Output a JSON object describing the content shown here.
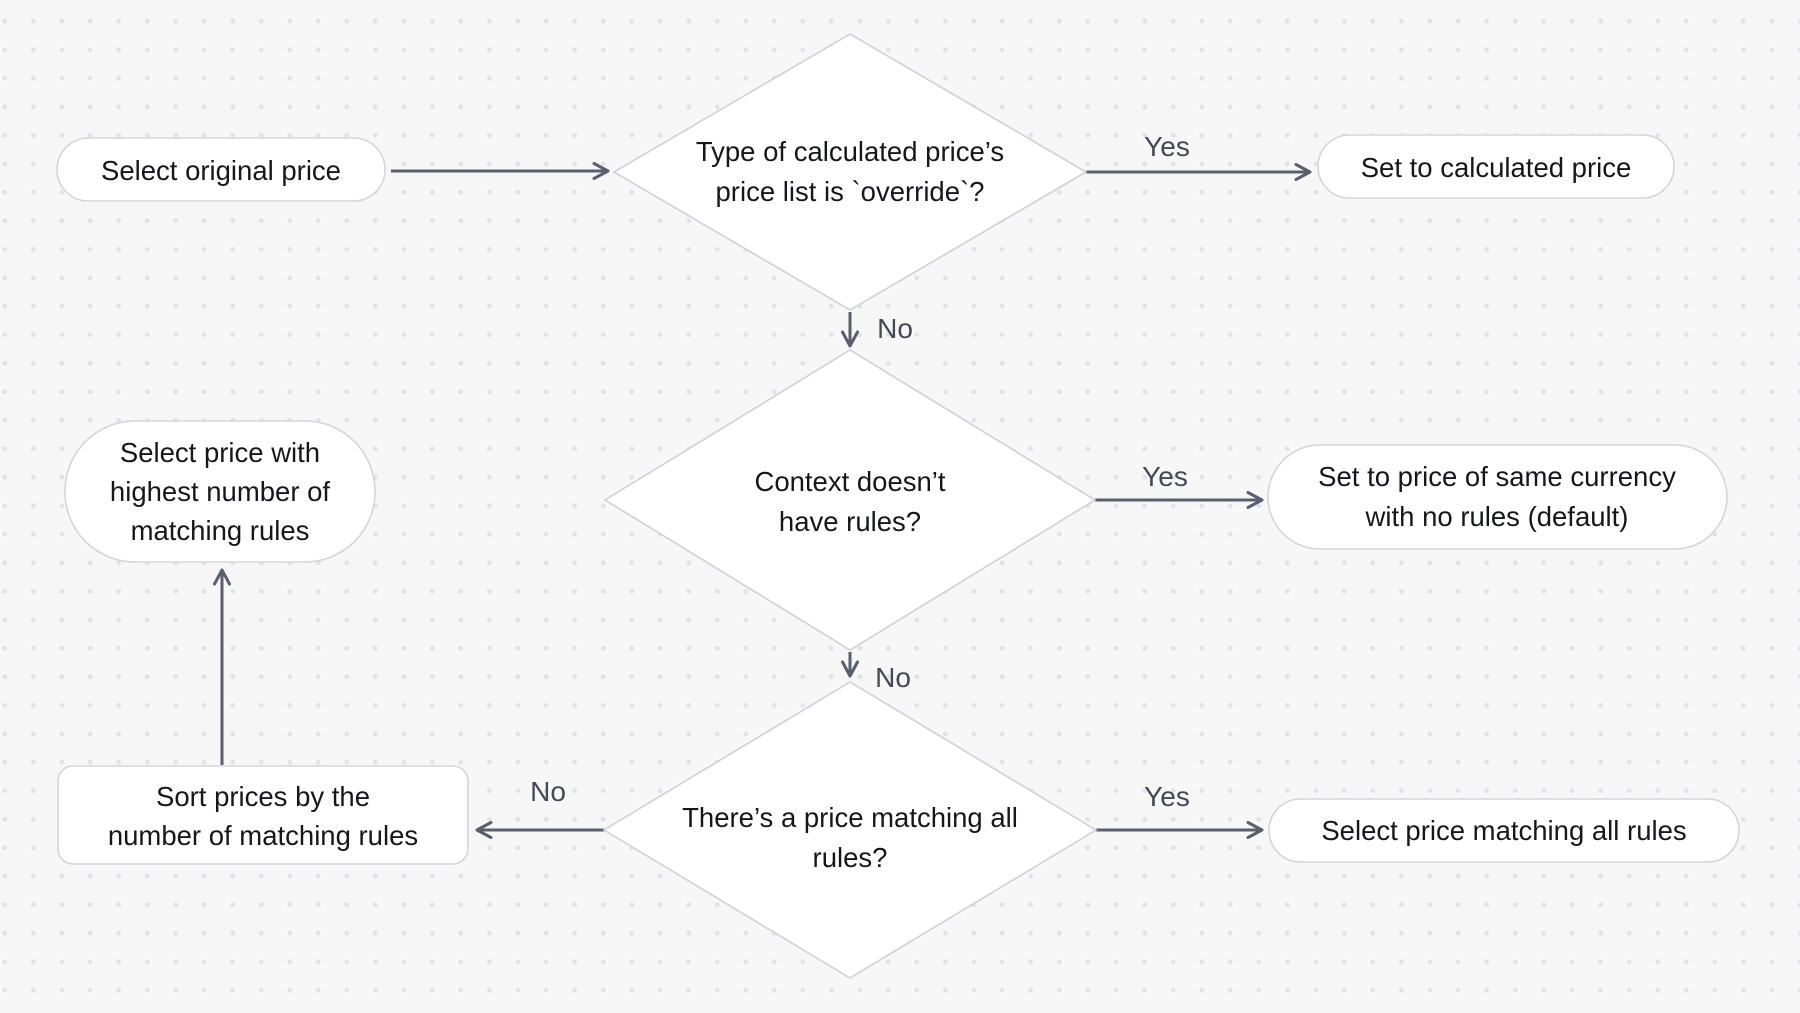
{
  "diagram": {
    "type": "flowchart",
    "nodes": {
      "start": {
        "label": "Select original price"
      },
      "decision_override": {
        "lines": [
          "Type of calculated price’s",
          "price list is `override`?"
        ]
      },
      "set_calculated": {
        "label": "Set to calculated price"
      },
      "decision_context_rules": {
        "lines": [
          "Context doesn’t",
          "have rules?"
        ]
      },
      "set_default": {
        "lines": [
          "Set to price of same currency",
          "with no rules (default)"
        ]
      },
      "decision_price_matching": {
        "lines": [
          "There’s a price matching all",
          "rules?"
        ]
      },
      "select_matching": {
        "label": "Select price matching all rules"
      },
      "sort_prices": {
        "lines": [
          "Sort prices by the",
          "number of matching rules"
        ]
      },
      "select_highest": {
        "lines": [
          "Select price with",
          "highest number of",
          "matching rules"
        ]
      }
    },
    "edge_labels": {
      "yes_override": "Yes",
      "no_override": "No",
      "yes_context": "Yes",
      "no_context": "No",
      "yes_matching": "Yes",
      "no_matching": "No"
    },
    "colors": {
      "background": "#f7f7f8",
      "grid_dot": "#e2e2e8",
      "node_fill": "#ffffff",
      "node_border": "#d4d5dc",
      "arrow": "#5a5f6d",
      "node_text": "#15171d",
      "edge_label_text": "#434956"
    }
  }
}
